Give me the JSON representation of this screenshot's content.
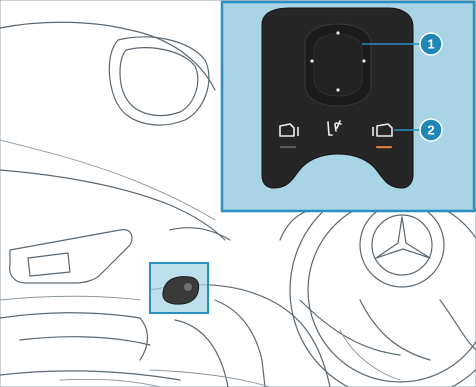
{
  "callouts": [
    {
      "number": "1",
      "target": "multifunction-pad"
    },
    {
      "number": "2",
      "target": "right-side-button"
    }
  ],
  "colors": {
    "highlight_bg": "#a8d4e6",
    "highlight_border": "#2a8fbf",
    "callout_fill": "#1f86b8",
    "control_body": "#262626",
    "line_art": "#5b6770"
  },
  "icons": {
    "left_button": "rear-window-icon",
    "center_button": "phone-hang-up-icon",
    "right_button": "rear-window-icon-mirrored"
  }
}
